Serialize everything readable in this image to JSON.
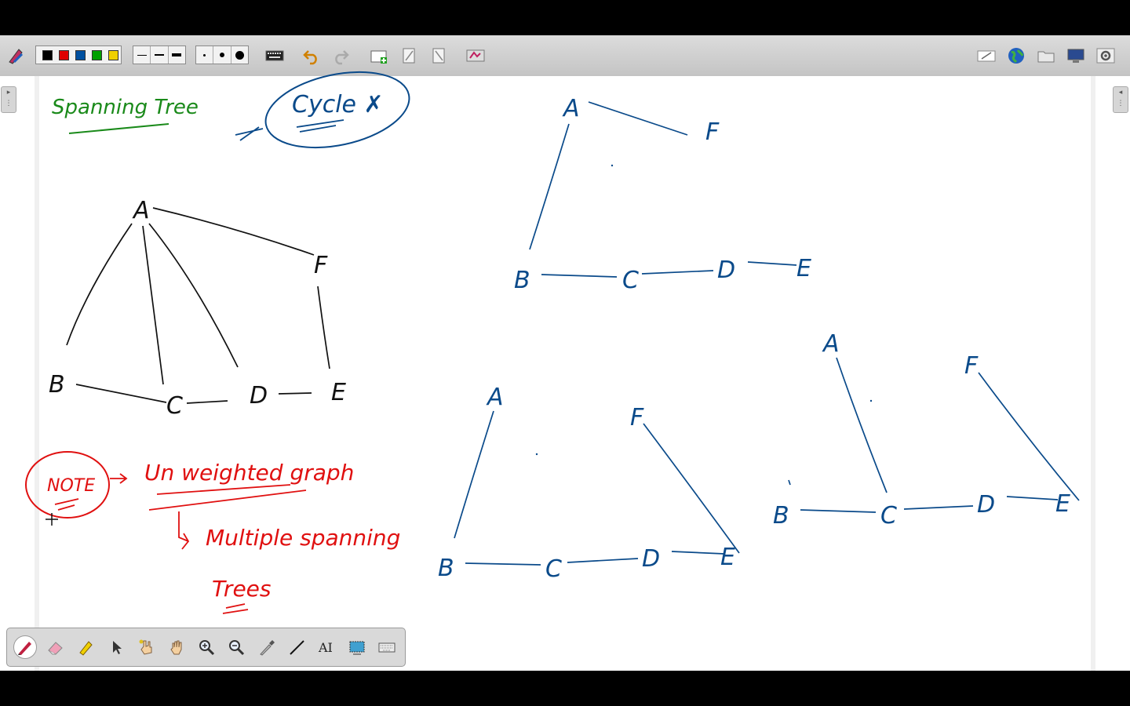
{
  "toolbar": {
    "colors": [
      "#000000",
      "#e00000",
      "#0050a0",
      "#00a000",
      "#f0d000"
    ],
    "line_widths": [
      "thin",
      "medium",
      "thick"
    ],
    "dot_sizes": [
      "small",
      "medium",
      "large"
    ],
    "icons": [
      "pen-settings-icon",
      "keyboard-icon",
      "undo-icon",
      "redo-icon",
      "new-page-icon",
      "previous-page-icon",
      "next-page-icon",
      "screen-capture-icon",
      "whiteboard-icon",
      "browser-globe-icon",
      "folder-icon",
      "display-icon",
      "settings-icon"
    ]
  },
  "floating_toolbar": {
    "tools": [
      "pen-icon",
      "eraser-icon",
      "highlighter-icon",
      "select-arrow-icon",
      "laser-pointer-icon",
      "hand-pan-icon",
      "zoom-in-icon",
      "zoom-out-icon",
      "color-picker-icon",
      "line-tool-icon",
      "text-tool-icon",
      "screenshot-icon",
      "keyboard-icon"
    ]
  },
  "notes": {
    "heading": "Spanning Tree",
    "cycle_note": "Cycle ✗",
    "note_label": "NOTE",
    "note_text": "Un weighted graph",
    "note_result_line1": "Multiple spanning",
    "note_result_line2": "Trees"
  },
  "graph_labels": {
    "a": "A",
    "b": "B",
    "c": "C",
    "d": "D",
    "e": "E",
    "f": "F"
  },
  "ink_colors": {
    "green": "#1a8a1a",
    "black": "#111111",
    "red": "#e01010",
    "blue": "#0a4a8a"
  }
}
